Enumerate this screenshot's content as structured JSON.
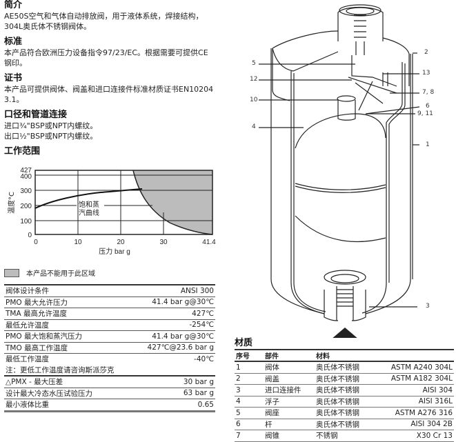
{
  "intro": {
    "title": "简介",
    "text": "AE50S空气和气体自动排放阀，用于液体系统，焊接结构，304L奥氏体不锈钢阀体。"
  },
  "standards": {
    "title": "标准",
    "text": "本产品符合欧洲压力设备指令97/23/EC。根据需要可提供CE钢印。"
  },
  "certification": {
    "title": "证书",
    "text": "本产品可提供阀体、阀盖和进口连接件标准材质证书EN10204 3.1。"
  },
  "connections": {
    "title": "口径和管道连接",
    "line1": "进口¾\"BSP或NPT内螺纹。",
    "line2": "出口½\"BSP或NPT内螺纹。"
  },
  "operating_range": {
    "title": "工作范围",
    "legend_label": "本产品不能用于此区域",
    "curve_label_1": "饱和蒸",
    "curve_label_2": "汽曲线"
  },
  "chart_data": {
    "type": "area",
    "title": "工作范围",
    "xlabel": "压力 bar g",
    "ylabel": "温度°C",
    "x_ticks": [
      "0",
      "10",
      "20",
      "30",
      "41.4"
    ],
    "y_ticks": [
      "0",
      "100",
      "200",
      "300",
      "400",
      "427"
    ],
    "xlim": [
      0,
      41.4
    ],
    "ylim": [
      0,
      427
    ],
    "grid": true,
    "series": [
      {
        "name": "饱和蒸汽曲线",
        "x": [
          0,
          5,
          10,
          15,
          20,
          25
        ],
        "y": [
          184,
          235,
          262,
          282,
          295,
          305
        ]
      },
      {
        "name": "本产品不能用于此区域 (boundary)",
        "x": [
          23,
          25,
          28,
          30,
          35,
          41.4
        ],
        "y": [
          427,
          310,
          210,
          160,
          95,
          30
        ]
      }
    ]
  },
  "spec_table": [
    {
      "label": "阀体设计条件",
      "value": "ANSI 300"
    },
    {
      "label": "PMO 最大允许压力",
      "value": "41.4 bar g@30℃"
    },
    {
      "label": "TMA 最高允许温度",
      "value": "427℃"
    },
    {
      "label": "最低允许温度",
      "value": "-254℃"
    },
    {
      "label": "PMO 最大饱和蒸汽压力",
      "value": "41.4 bar g@30℃"
    },
    {
      "label": "TMO 最高工作温度",
      "value": "427℃@23.6 bar g"
    },
    {
      "label": "最低工作温度",
      "value": "-40℃"
    },
    {
      "label": "注：更低工作温度请咨询斯派莎克",
      "value": ""
    },
    {
      "label": "△PMX - 最大压差",
      "value": "30 bar g"
    },
    {
      "label": "设计最大冷态水压试验压力",
      "value": "63 bar g"
    },
    {
      "label": "最小液体比重",
      "value": "0.65"
    }
  ],
  "diagram": {
    "callouts": [
      "2",
      "5",
      "13",
      "12",
      "7, 8",
      "10",
      "6",
      "9, 11",
      "4",
      "1",
      "3"
    ]
  },
  "materials": {
    "title": "材质",
    "headers": [
      "序号",
      "部件",
      "材料",
      ""
    ],
    "rows": [
      {
        "no": "1",
        "part": "阀体",
        "material": "奥氏体不锈钢",
        "spec": "ASTM A240 304L"
      },
      {
        "no": "2",
        "part": "阀盖",
        "material": "奥氏体不锈钢",
        "spec": "ASTM A182 304L"
      },
      {
        "no": "3",
        "part": "进口连接件",
        "material": "奥氏体不锈钢",
        "spec": "AISI 304"
      },
      {
        "no": "4",
        "part": "浮子",
        "material": "奥氏体不锈钢",
        "spec": "AISI 316L"
      },
      {
        "no": "5",
        "part": "阀座",
        "material": "奥氏体不锈钢",
        "spec": "ASTM A276 316"
      },
      {
        "no": "6",
        "part": "杆",
        "material": "奥氏体不锈钢",
        "spec": "AISI 304 2B"
      },
      {
        "no": "7",
        "part": "阀锥",
        "material": "不锈钢",
        "spec": "X30 Cr 13"
      }
    ]
  }
}
